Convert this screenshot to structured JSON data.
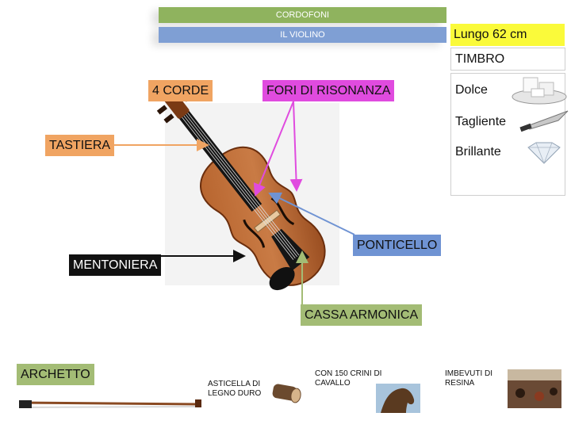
{
  "header": {
    "category": "CORDOFONI",
    "instrument": "IL VIOLINO"
  },
  "length_label": "Lungo 62 cm",
  "timbre": {
    "title": "TIMBRO",
    "items": [
      {
        "label": "Dolce",
        "icon": "sugar-cubes-icon"
      },
      {
        "label": "Tagliente",
        "icon": "knife-icon"
      },
      {
        "label": "Brillante",
        "icon": "diamond-icon"
      }
    ]
  },
  "parts": {
    "strings": "4 CORDE",
    "sound_holes": "FORI DI RISONANZA",
    "fingerboard": "TASTIERA",
    "bridge": "PONTICELLO",
    "chinrest": "MENTONIERA",
    "soundbox": "CASSA ARMONICA"
  },
  "bow": {
    "title": "ARCHETTO",
    "stick": "ASTICELLA DI LEGNO DURO",
    "hair": "CON 150 CRINI DI CAVALLO",
    "resin": "IMBEVUTI DI RESINA"
  },
  "colors": {
    "header_green": "#8fb35e",
    "header_blue": "#7f9fd4",
    "highlight_yellow": "#fafa3a",
    "orange": "#f0a462",
    "magenta": "#e04bdf",
    "blue": "#6f93d3",
    "green": "#a3bc75"
  }
}
